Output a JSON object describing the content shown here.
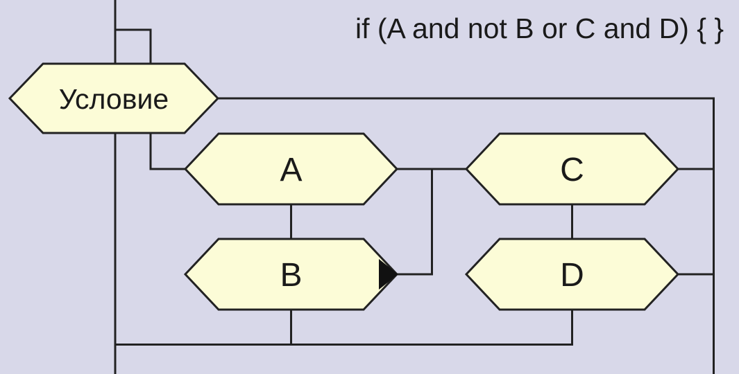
{
  "diagram": {
    "code_annotation": "if (A and not B or C and D) { }",
    "colors": {
      "background": "#d8d8e9",
      "node_fill": "#fcfcd7",
      "outline": "#222222",
      "negation_marker": "#111111"
    },
    "nodes": [
      {
        "id": "uslovie",
        "label": "Условие",
        "negation_marker": false
      },
      {
        "id": "a",
        "label": "A",
        "negation_marker": false
      },
      {
        "id": "b",
        "label": "B",
        "negation_marker": true
      },
      {
        "id": "c",
        "label": "C",
        "negation_marker": false
      },
      {
        "id": "d",
        "label": "D",
        "negation_marker": false
      }
    ]
  }
}
